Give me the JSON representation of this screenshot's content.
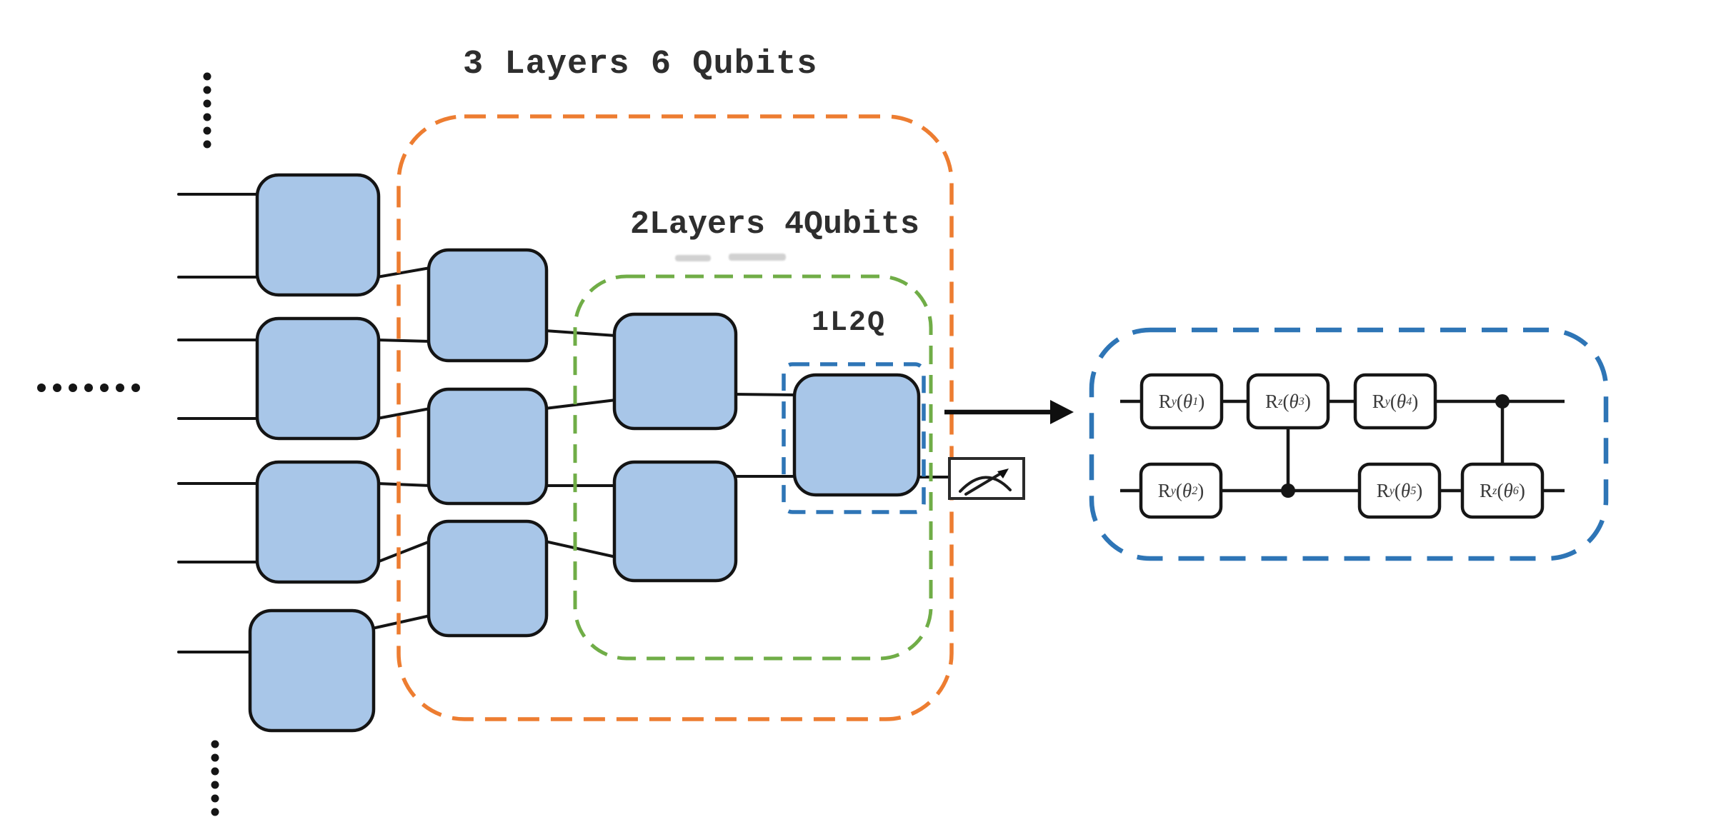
{
  "colors": {
    "block_fill": "#A8C6E8",
    "ink": "#141414",
    "orange": "#ED7D31",
    "green": "#70AD47",
    "blue": "#2E75B6",
    "text": "#2E2E2E",
    "smudge": "#C9C9C9",
    "gate_text": "#3A3A3A"
  },
  "regions": [
    {
      "id": "outer",
      "label": "3 Layers 6 Qubits",
      "color": "#ED7D31",
      "style": "dashed"
    },
    {
      "id": "middle",
      "label": "2Layers 4Qubits",
      "color": "#70AD47",
      "style": "dashed"
    },
    {
      "id": "inner",
      "label": "1L2Q",
      "color": "#2E75B6",
      "style": "dashed"
    },
    {
      "id": "detail-circuit",
      "label": "",
      "color": "#2E75B6",
      "style": "dashed"
    }
  ],
  "tree": {
    "block_columns": [
      4,
      3,
      2,
      1
    ],
    "continuation_marks": [
      "vertical-dots-top",
      "horizontal-dots-left",
      "vertical-dots-bottom"
    ]
  },
  "icons": {
    "measurement": "gauge-meter-icon",
    "output_arrow": "right-arrow-icon"
  },
  "circuit": {
    "wires": 2,
    "gates": [
      {
        "pos": "top-1",
        "base": "R",
        "axis": "y",
        "lp": "(",
        "theta": "θ",
        "index": "1",
        "rp": ")"
      },
      {
        "pos": "bottom-1",
        "base": "R",
        "axis": "y",
        "lp": "(",
        "theta": "θ",
        "index": "2",
        "rp": ")"
      },
      {
        "pos": "top-2",
        "base": "R",
        "axis": "z",
        "lp": "(",
        "theta": "θ",
        "index": "3",
        "rp": ")"
      },
      {
        "pos": "top-3",
        "base": "R",
        "axis": "y",
        "lp": "(",
        "theta": "θ",
        "index": "4",
        "rp": ")"
      },
      {
        "pos": "bottom-2",
        "base": "R",
        "axis": "y",
        "lp": "(",
        "theta": "θ",
        "index": "5",
        "rp": ")"
      },
      {
        "pos": "bottom-3",
        "base": "R",
        "axis": "z",
        "lp": "(",
        "theta": "θ",
        "index": "6",
        "rp": ")"
      }
    ],
    "controlled_links": [
      {
        "control_wire": "bottom",
        "target_gate_index": "3"
      },
      {
        "control_wire": "top",
        "target_gate_index": "6"
      }
    ]
  }
}
